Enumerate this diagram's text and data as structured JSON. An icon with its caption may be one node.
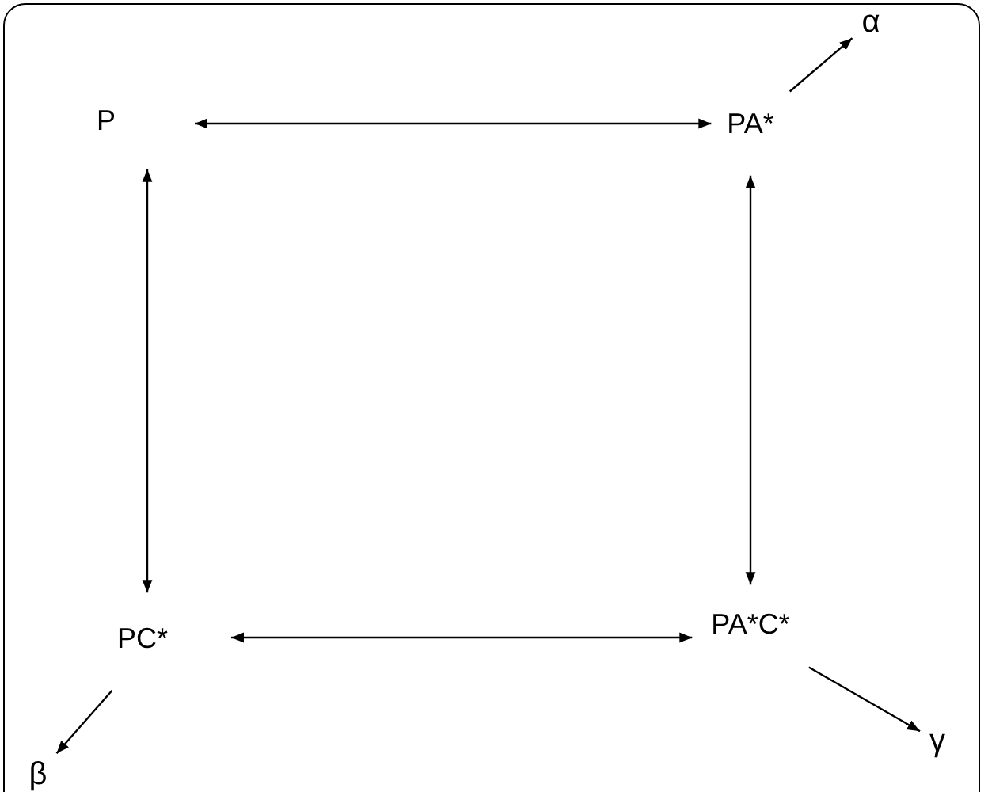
{
  "diagram": {
    "nodes": [
      {
        "text": [
          "P"
        ]
      },
      {
        "text": [
          "α"
        ]
      },
      {
        "text": [
          "PA*"
        ]
      },
      {
        "text": [
          "PC*"
        ]
      },
      {
        "text": [
          "PA*C*"
        ]
      },
      {
        "text": [
          "γ"
        ]
      },
      {
        "text": [
          "β"
        ]
      }
    ],
    "edges": [
      {
        "from": 0,
        "to": 2,
        "arrow": "both"
      },
      {
        "from": 0,
        "to": 3,
        "arrow": "both"
      },
      {
        "from": 2,
        "to": 4,
        "arrow": "both"
      },
      {
        "from": 3,
        "to": 4,
        "arrow": "both"
      },
      {
        "from": 2,
        "to": 1,
        "arrow": "to"
      },
      {
        "from": 3,
        "to": 6,
        "arrow": "to"
      },
      {
        "from": 4,
        "to": 5,
        "arrow": "to"
      }
    ]
  }
}
